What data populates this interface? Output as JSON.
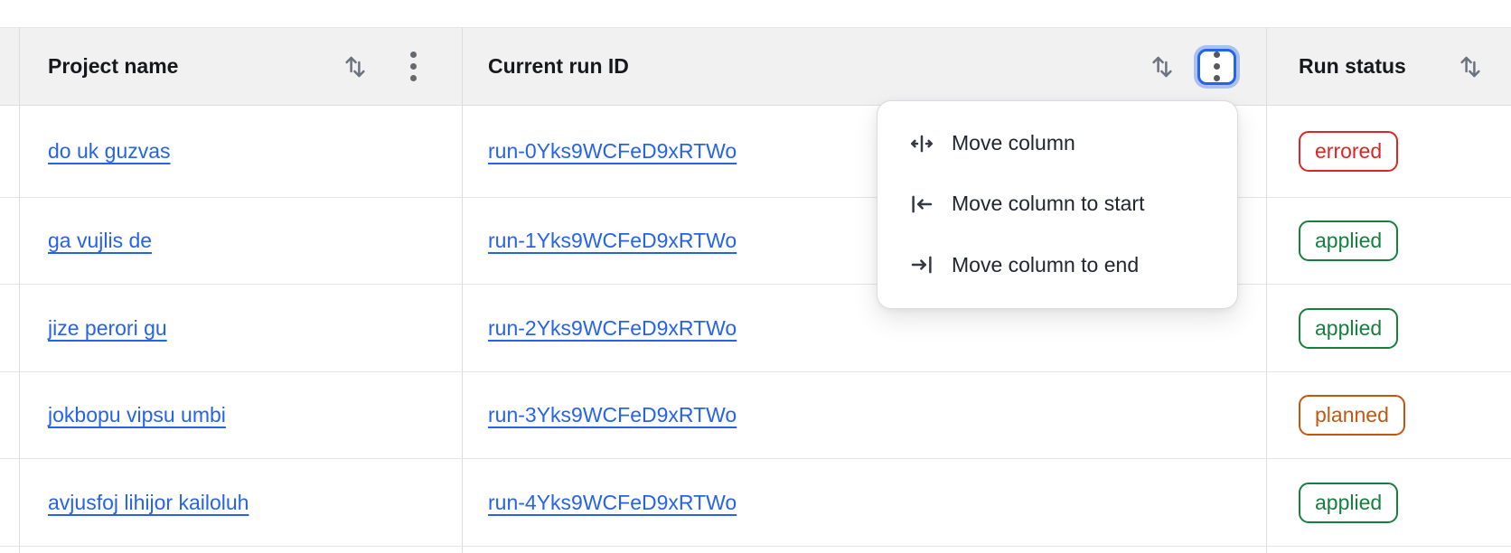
{
  "table": {
    "columns": [
      {
        "label": "Project name",
        "sort_icon": "sort-arrows-icon",
        "menu_icon": "kebab-vertical-icon"
      },
      {
        "label": "Current run ID",
        "sort_icon": "sort-arrows-icon",
        "menu_icon": "kebab-vertical-icon",
        "menu_open": true
      },
      {
        "label": "Run status",
        "sort_icon": "sort-arrows-icon"
      }
    ],
    "rows": [
      {
        "project": "do uk guzvas",
        "run_id": "run-0Yks9WCFeD9xRTWo",
        "status": "errored"
      },
      {
        "project": "ga vujlis de",
        "run_id": "run-1Yks9WCFeD9xRTWo",
        "status": "applied"
      },
      {
        "project": "jize perori gu",
        "run_id": "run-2Yks9WCFeD9xRTWo",
        "status": "applied"
      },
      {
        "project": "jokbopu vipsu umbi",
        "run_id": "run-3Yks9WCFeD9xRTWo",
        "status": "planned"
      },
      {
        "project": "avjusfoj lihijor kailoluh",
        "run_id": "run-4Yks9WCFeD9xRTWo",
        "status": "applied"
      }
    ]
  },
  "context_menu": {
    "items": [
      {
        "icon": "move-column-icon",
        "label": "Move column"
      },
      {
        "icon": "move-column-to-start-icon",
        "label": "Move column to start"
      },
      {
        "icon": "move-column-to-end-icon",
        "label": "Move column to end"
      }
    ]
  },
  "colors": {
    "link": "#2563eb",
    "focus_ring": "#2563eb",
    "header_bg": "#f1f1f2",
    "status": {
      "errored": "#dc2626",
      "applied": "#15803d",
      "planned": "#c2570f"
    }
  }
}
